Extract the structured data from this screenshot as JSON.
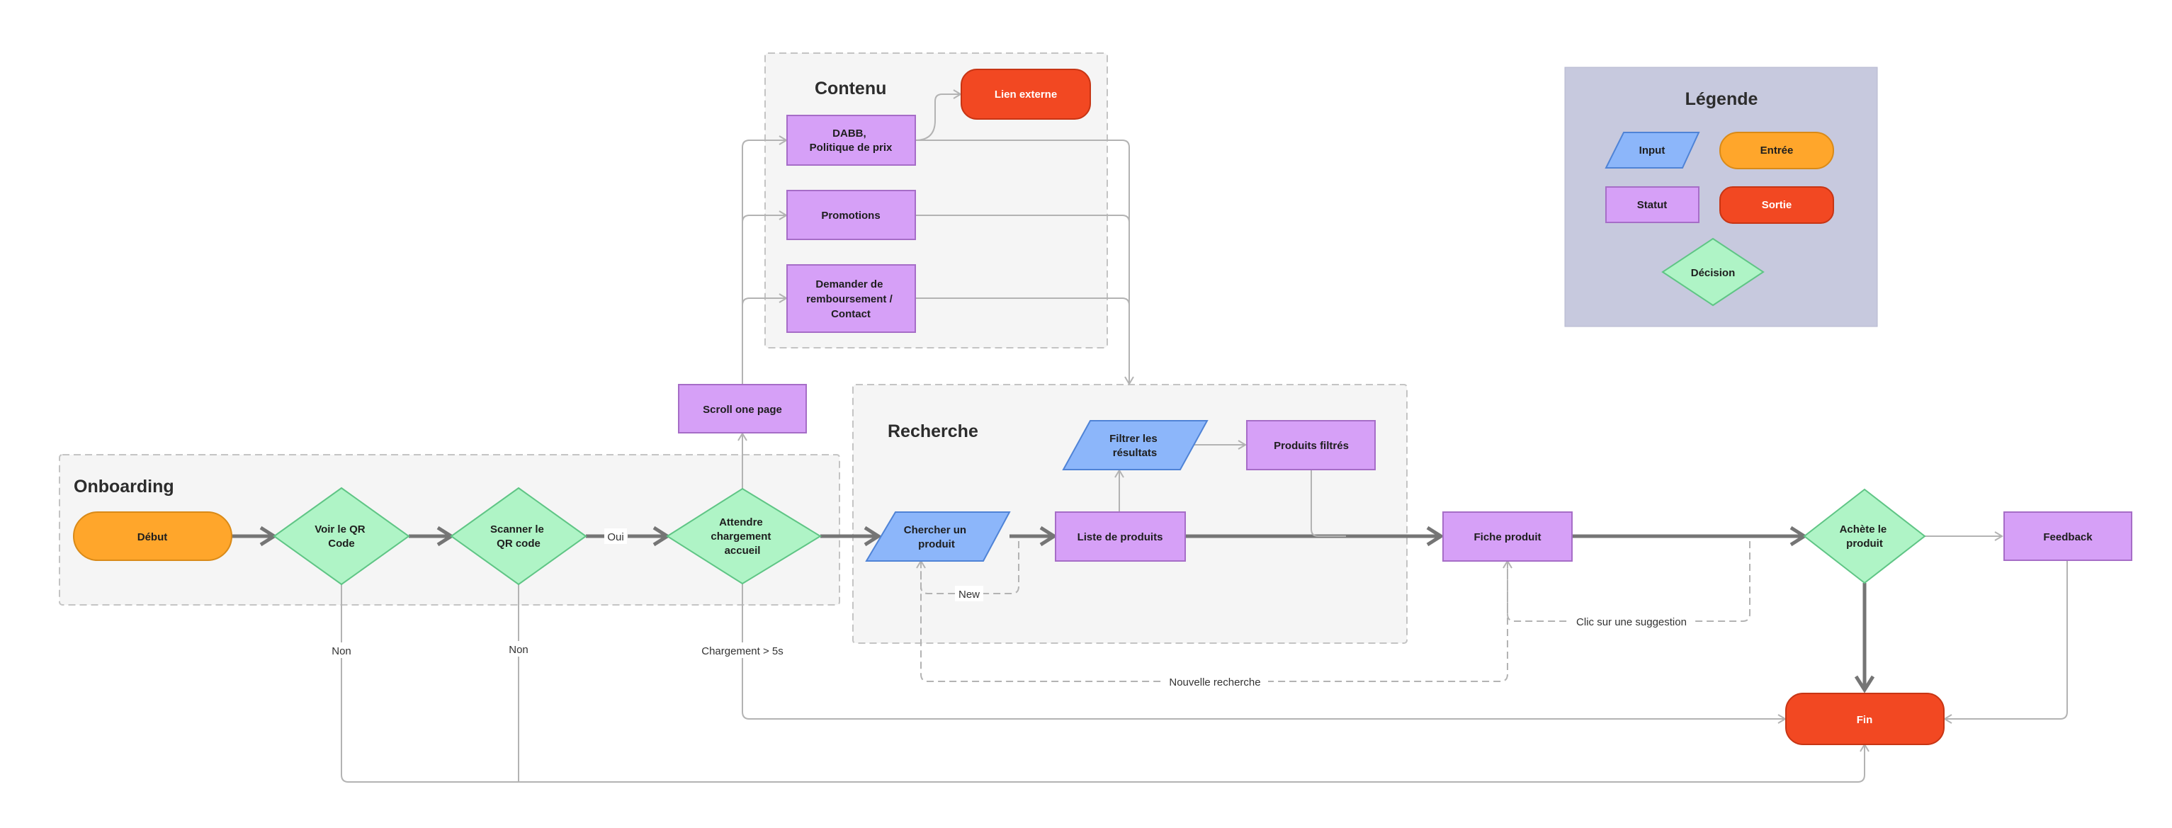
{
  "colors": {
    "input": "#8cb6fa",
    "input_stroke": "#4f83d6",
    "entree": "#ffa62b",
    "entree_stroke": "#d98a18",
    "statut": "#d6a0f7",
    "statut_stroke": "#a66dc7",
    "sortie": "#f24822",
    "sortie_stroke": "#c73514",
    "decision": "#aff4c6",
    "decision_stroke": "#5fc585",
    "legend_bg": "#c7c9de",
    "group_bg": "#f5f5f5"
  },
  "groups": {
    "contenu": "Contenu",
    "recherche": "Recherche",
    "onboarding": "Onboarding"
  },
  "nodes": {
    "debut": "Début",
    "voir_qr": [
      "Voir le QR",
      "Code"
    ],
    "scanner_qr": [
      "Scanner le",
      "QR code"
    ],
    "attendre": [
      "Attendre",
      "chargement",
      "accueil"
    ],
    "scroll": "Scroll one page",
    "dabb": [
      "DABB,",
      "Politique de prix"
    ],
    "lien_externe": "Lien externe",
    "promotions": "Promotions",
    "remboursement": [
      "Demander de",
      "remboursement /",
      "Contact"
    ],
    "chercher": [
      "Chercher un",
      "produit"
    ],
    "liste": "Liste de produits",
    "filtrer": [
      "Filtrer les",
      "résultats"
    ],
    "produits_filtres": "Produits filtrés",
    "fiche": "Fiche produit",
    "achete": [
      "Achète le",
      "produit"
    ],
    "feedback": "Feedback",
    "fin": "Fin"
  },
  "edge_labels": {
    "oui": "Oui",
    "non_1": "Non",
    "non_2": "Non",
    "chargement": "Chargement > 5s",
    "new": "New",
    "nouvelle_recherche": "Nouvelle recherche",
    "suggestion": "Clic sur une suggestion"
  },
  "legend": {
    "title": "Légende",
    "input": "Input",
    "entree": "Entrée",
    "statut": "Statut",
    "sortie": "Sortie",
    "decision": "Décision"
  }
}
